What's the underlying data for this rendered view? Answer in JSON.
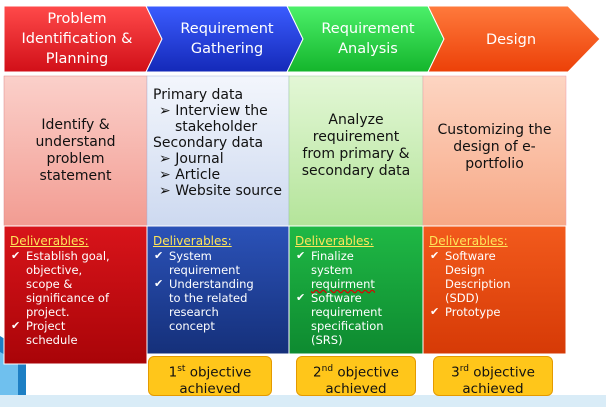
{
  "phases": [
    {
      "title_lines": [
        "Problem",
        "Identification &",
        "Planning"
      ],
      "description_lines": [
        "Identify &",
        "understand",
        "problem",
        "statement"
      ],
      "deliverables_heading": "Deliverables:",
      "deliverables": [
        [
          "Establish goal,",
          "objective,",
          "scope &",
          "significance of",
          "project."
        ],
        [
          "Project",
          "schedule"
        ]
      ],
      "colors": {
        "header": "#e31a24",
        "middle": "#f9b9b1",
        "bottom": "#cc0a0a"
      }
    },
    {
      "title_lines": [
        "Requirement",
        "Gathering"
      ],
      "deliverables_heading": "Deliverables:",
      "deliverables": [
        [
          "System",
          "requirement"
        ],
        [
          "Understanding",
          "to the related",
          "research",
          "concept"
        ]
      ],
      "objective": {
        "num": "1",
        "sup": "st",
        "rest": " objective",
        "line2": "achieved"
      },
      "colors": {
        "header": "#1e3ad0",
        "middle": "#e6edf8",
        "bottom": "#203f9a"
      }
    },
    {
      "title_lines": [
        "Requirement",
        "Analysis"
      ],
      "description_lines": [
        "Analyze",
        "requirement",
        "from primary &",
        "secondary data"
      ],
      "deliverables_heading": "Deliverables:",
      "deliverables": [
        [
          "Finalize",
          "system",
          "requirment"
        ],
        [
          "Software",
          "requirement",
          "specification",
          "(SRS)"
        ]
      ],
      "objective": {
        "num": "2",
        "sup": "nd",
        "rest": " objective",
        "line2": "achieved"
      },
      "colors": {
        "header": "#1fd43a",
        "middle": "#cfeeb8",
        "bottom": "#17a23a"
      }
    },
    {
      "title_lines": [
        "Design"
      ],
      "description_lines": [
        "Customizing the",
        "design of e-",
        "portfolio"
      ],
      "deliverables_heading": "Deliverables:",
      "deliverables": [
        [
          "Software",
          "Design",
          "Description",
          "(SDD)"
        ],
        [
          "Prototype"
        ]
      ],
      "objective": {
        "num": "3",
        "sup": "rd",
        "rest": " objective",
        "line2": "achieved"
      },
      "colors": {
        "header": "#ff5a14",
        "middle": "#fbc3a8",
        "bottom": "#e8450c"
      }
    }
  ],
  "sources": {
    "primary_heading": "Primary data",
    "primary_items": [
      [
        "Interview the",
        "stakeholder"
      ]
    ],
    "secondary_heading": "Secondary data",
    "secondary_items": [
      [
        "Journal"
      ],
      [
        "Article"
      ],
      [
        "Website source"
      ]
    ]
  }
}
